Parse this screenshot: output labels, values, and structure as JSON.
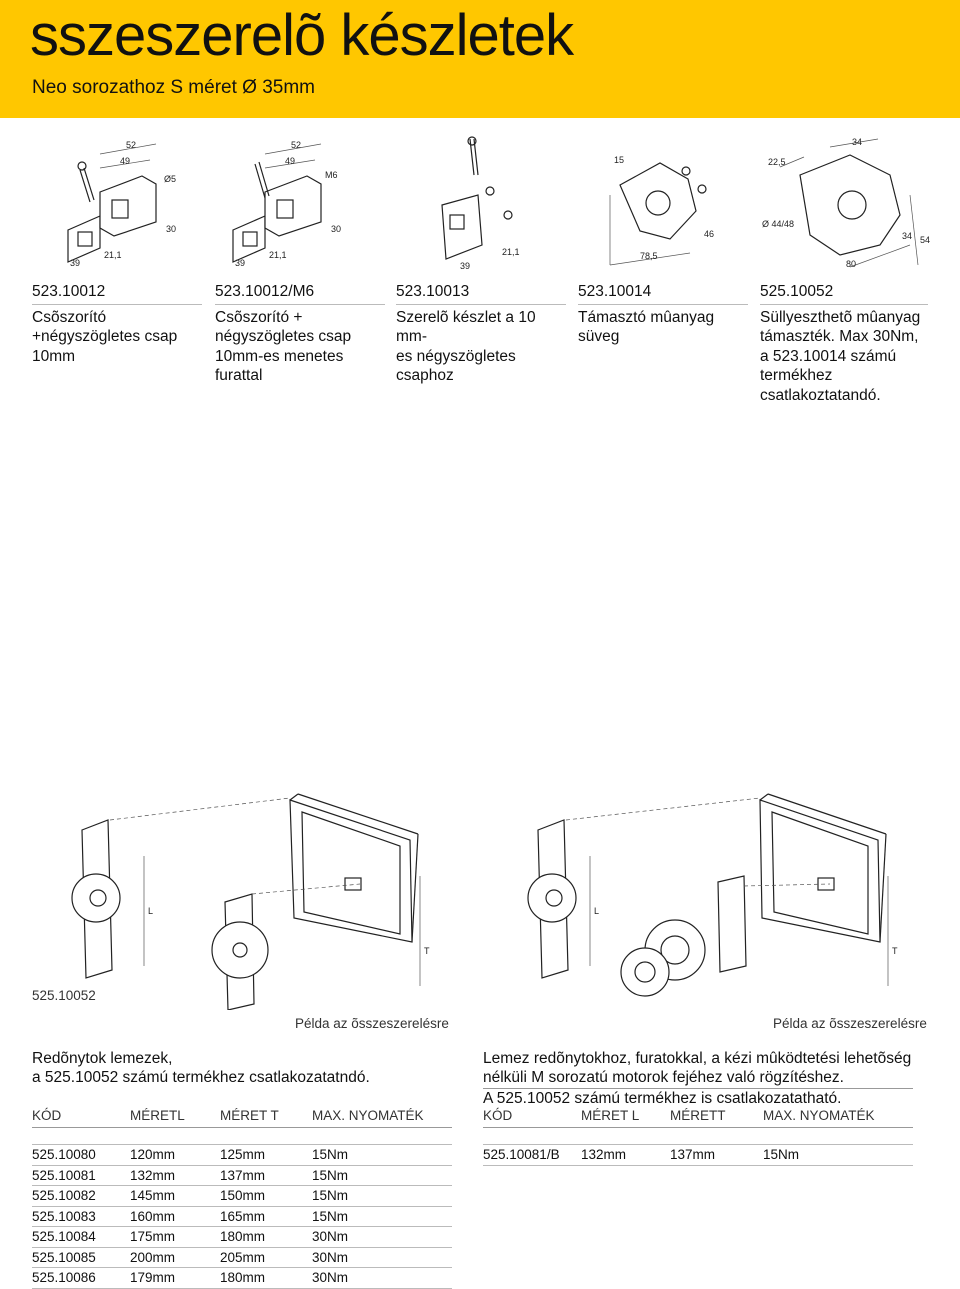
{
  "header": {
    "title": "sszeszerelõ készletek",
    "subtitle": "Neo sorozathoz S méret Ø 35mm"
  },
  "products": [
    {
      "code": "523.10012",
      "desc": [
        "Csõszorító",
        "+négyszögletes csap",
        "10mm"
      ]
    },
    {
      "code": "523.10012/M6",
      "desc": [
        "Csõszorító  +",
        "négyszögletes csap",
        "10mm-es menetes furattal"
      ]
    },
    {
      "code": "523.10013",
      "desc": [
        "Szerelõ készlet a 10 mm-",
        "es négyszögletes csaphoz"
      ]
    },
    {
      "code": "523.10014",
      "desc": [
        "Támasztó mûanyag",
        "süveg"
      ]
    },
    {
      "code": "525.10052",
      "desc": [
        "Süllyeszthetõ mûanyag",
        "támaszték. Max 30Nm,",
        "a 523.10014 számú",
        "termékhez",
        "csatlakoztatandó."
      ]
    }
  ],
  "drawing_labels": {
    "d52": "52",
    "d49": "49",
    "d5": "Ø5",
    "d39": "39",
    "d30": "30",
    "d211": "21,1",
    "dM6": "M6",
    "d15": "15",
    "d46": "46",
    "d785": "78,5",
    "d225": "22,5",
    "d34": "34",
    "d4448": "Ø 44/48",
    "d80": "80",
    "d54": "54",
    "L": "L",
    "T": "T"
  },
  "assembly": {
    "code_label": "525.10052",
    "caption_left": "Példa az õsszeszerelésre",
    "caption_right": "Példa az õsszeszerelésre"
  },
  "left_section": {
    "intro": [
      "Redõnytok lemezek,",
      "a 525.10052 számú termékhez csatlakozatatndó."
    ],
    "columns": [
      "KÓD",
      "MÉRETL",
      "MÉRET T",
      "MAX. NYOMATÉK"
    ],
    "rows": [
      [
        "525.10080",
        "120mm",
        "125mm",
        "15Nm"
      ],
      [
        "525.10081",
        "132mm",
        "137mm",
        "15Nm"
      ],
      [
        "525.10082",
        "145mm",
        "150mm",
        "15Nm"
      ],
      [
        "525.10083",
        "160mm",
        "165mm",
        "15Nm"
      ],
      [
        "525.10084",
        "175mm",
        "180mm",
        "30Nm"
      ],
      [
        "525.10085",
        "200mm",
        "205mm",
        "30Nm"
      ],
      [
        "525.10086",
        "179mm",
        "180mm",
        "30Nm"
      ]
    ]
  },
  "right_section": {
    "intro": [
      "Lemez redõnytokhoz, furatokkal, a kézi mûködtetési lehetõség",
      "nélküli M sorozatú motorok fejéhez való rögzítéshez.",
      "A 525.10052 számú termékhez is csatlakozatatható."
    ],
    "columns": [
      "KÓD",
      "MÉRET L",
      "MÉRETT",
      "MAX. NYOMATÉK"
    ],
    "rows": [
      [
        "525.10081/B",
        "132mm",
        "137mm",
        "15Nm"
      ]
    ]
  }
}
